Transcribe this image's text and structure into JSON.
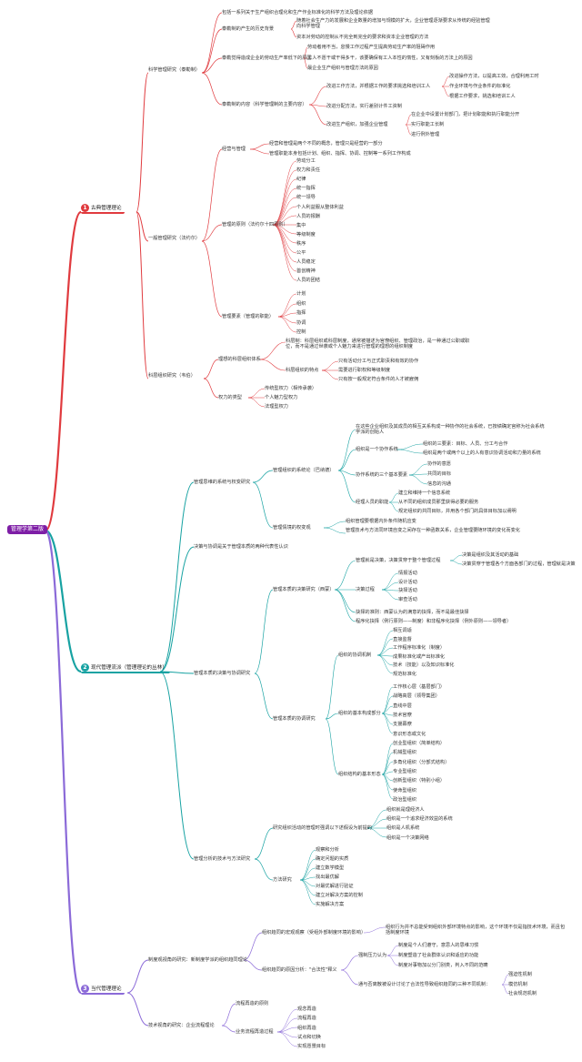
{
  "root": "管理学第二版",
  "colors": {
    "red": "#e03a3e",
    "teal": "#17a2a2",
    "purple": "#8b6ad8",
    "root": "#7e1ea6"
  },
  "b1": {
    "num": "1",
    "label": "古典管理理论",
    "sci": "科学管理研究（泰勒制）",
    "sci_1": "包括一系列关于生产组织合理化和生产作业标准化的科学方法及理论依据",
    "sci_2": "泰勒制的产生的历史背景",
    "sci_2a": "随着社会生产力的发展和企业数量的增加与规模的扩大，企业管理逐渐要求从传统的经验管理向科学管理",
    "sci_2b": "资本对劳动的控制从不完全到完全的要求和资本企业管理的方法",
    "sci_3": "泰勒觉得造成企业的劳动生产率低下的原因",
    "sci_3a": "劳动者用不当，怠慢工作过程产生提高劳动生产率的阻碍作用",
    "sci_3b": "工人不愿干或干得多干，该要确保有工人本性的惰性，又有刻板的方法上的原因",
    "sci_3c": "最企业生产组织与管理方法的原因",
    "sci_4": "泰勒制的内容（科学管理制的主要内容）",
    "sci_4a": "改进工作方法，并根据工作的要求挑选和培训工人",
    "sci_4a1": "改进操作方法，以提高工效，合理利用工时",
    "sci_4a2": "作业环境与作业条件的标准化",
    "sci_4a3": "根据工作要求，挑选和培训工人",
    "sci_4b": "改进分配方法，实行差别计件工资制",
    "sci_4c": "改进生产组织，加强企业管理",
    "sci_4c1": "在企业中设置计划部门，把计划职能和执行职能分开",
    "sci_4c2": "实行职能工长制",
    "sci_4c3": "进行例外管理",
    "gen": "一般管理研究（法约尔）",
    "gen_1": "经营与管理",
    "gen_1a": "经营和管理是两个不同的概念，管理只是经营的一部分",
    "gen_1b": "管理职能本身包括计划、组织、指挥、协调、控制等一系列工作构成",
    "gen_2": "管理的原则（法约尔十四原则）",
    "gen_2items": [
      "劳动分工",
      "权力和责任",
      "纪律",
      "统一指挥",
      "统一领导",
      "个人利益服从整体利益",
      "人员的报酬",
      "集中",
      "等级制度",
      "秩序",
      "公平",
      "人员稳定",
      "首创精神",
      "人员的团结"
    ],
    "gen_3": "管理要素（管理的职能）",
    "gen_3items": [
      "计划",
      "组织",
      "指挥",
      "协调",
      "控制"
    ],
    "org": "科层组织研究（韦伯）",
    "org_1": "理想的科层组织体系",
    "org_1a": "科层制：科层组织或科层制度，通常被描述为官僚组织、管理政治，是一种通过公职或职位，而不是通过世袭或个人魅力来进行管理的理想的组织制度",
    "org_1b": "科层组织的特点",
    "org_1b1": "只有活动分工与正式职责和有效的协作",
    "org_1b2": "需要进行职权和等级制度",
    "org_1b3": "只有按一般规定符合条件的人才被雇佣",
    "org_2": "权力的类型",
    "org_2a": "传统型权力（相传承袭）",
    "org_2b": "个人魅力型权力",
    "org_2c": "法理型权力"
  },
  "b2": {
    "num": "2",
    "label": "现代管理流派（管理理论的丛林）",
    "sys": "管理思维的系统与权变研究",
    "sys_1": "管理组织的系统论（巴纳德）",
    "sys_1a": "在这些企业组织及其成员的相互关系构成一种协作的社会系统，已按绩确定宫称为社会系统学派的创始人",
    "sys_1b": "组织是一个协作系统",
    "sys_1b1": "组织的三要素：目标、人员、分工与合作",
    "sys_1b2": "组织是两个或两个以上的人有意识协调活动和力量的系统",
    "sys_1c": "协作系统的三个基本要素",
    "sys_1c1": "协作的意愿",
    "sys_1c2": "共同的目标",
    "sys_1c3": "信息的沟通",
    "sys_1d": "经理人员的职能",
    "sys_1d1": "建立和维持一个信息系统",
    "sys_1d2": "从不同的组织成员那里获得必要的服务",
    "sys_1d3": "规定组织的共同目标，并用各个部门的具体目标加以阐明",
    "sys_2": "管理情境的权变观",
    "sys_2a": "组织管理要根据内外条件随机应变",
    "sys_2b": "管理技术与方法同环境自变之间存在一种函数关系，企业管理要随环境的变化而变化",
    "dec": "决策与协调是关于管理本质的两种代表性认识",
    "ess": "管理本质的决策与协调研究",
    "ess_1": "管理本质的决策研究（西蒙）",
    "ess_1a": "管理就是决策，决策贯穿于整个管理过程",
    "ess_1a1": "决策是组织及其活动的基础",
    "ess_1a2": "决策贯穿于管理各个方面各部门的过程，管理就是决策",
    "ess_1b": "决策过程",
    "ess_1bitems": [
      "情报活动",
      "设计活动",
      "抉择活动",
      "审查活动"
    ],
    "ess_1c": "抉择的准则：西蒙认为的满意的抉择，而不是最佳抉择",
    "ess_1d": "程序化抉择（例行原则——制度）和非程序化抉择（例外原则——领导者）",
    "ess_2": "管理本质的协调研究",
    "ess_2a": "组织的协调机制",
    "ess_2aitems": [
      "相互调适",
      "直接监督",
      "工作程序标准化（制度）",
      "成果标准化或产出标准化",
      "技术（技能）以及知识标准化",
      "规范标准化"
    ],
    "ess_2b": "组织的基本构成部分",
    "ess_2bitems": [
      "工作核心层（基层部门）",
      "战略高层（领导集团）",
      "直线中层",
      "技术官僚",
      "支援幕僚",
      "意识形态或文化"
    ],
    "ess_2c": "组织结构的基本形态",
    "ess_2citems": [
      "创业型组织（简单结构）",
      "机械型组织",
      "多角化组织（分部式结构）",
      "专业型组织",
      "创新型组织（特别小组）",
      "使命型组织",
      "政治型组织"
    ],
    "ana": "管理分析的技术与方法研究",
    "ana_1": "研究组织活动的管理时强调以下述假设为前提的",
    "ana_1items": [
      "组织就是理经济人",
      "组织是一个追求经济效益的系统",
      "组织是人机系统",
      "组织是一个决策网络"
    ],
    "ana_2": "方法研究",
    "ana_2items": [
      "观察和分析",
      "确定问题的实质",
      "建立数学模型",
      "找出最优解",
      "对最优解进行验证",
      "建立对解决方案的控制",
      "实施解决方案"
    ]
  },
  "b3": {
    "num": "3",
    "label": "当代管理理论",
    "ms": "制度观视角的研究：新制度学派的组织趋同理论",
    "ms_1": "组织趋同的宏观观察（受组外部制度环境的影响）",
    "ms_1a": "组织行为并不总能受到组织外部环境特点的影响，这个环境不仅是指技术环境，而且包括制度环境",
    "ms_2": "组织趋同的原因分析：\"合法性\"释义",
    "ms_2a": "强制压力认为",
    "ms_2a1": "制度是个人们遵守，意思人的思维习惯",
    "ms_2a2": "制度塑造了社会群体认识和适应的功能",
    "ms_2a3": "制度对事物加以分门别类，判入不同的范畴",
    "ms_2b": "通与否离散被设计讨论了合法性导致组织趋同的三种不同机制：",
    "ms_2bitems": [
      "强迫性机制",
      "模仿机制",
      "社会规范机制"
    ],
    "tech": "技术视角的研究：企业流程理论",
    "tech_1": "流程再造的原则",
    "tech_2": "业务流程再造过程",
    "tech_2items": [
      "观念再造",
      "流程再造",
      "组织再造",
      "试点和切换",
      "实现愿景目标"
    ]
  }
}
